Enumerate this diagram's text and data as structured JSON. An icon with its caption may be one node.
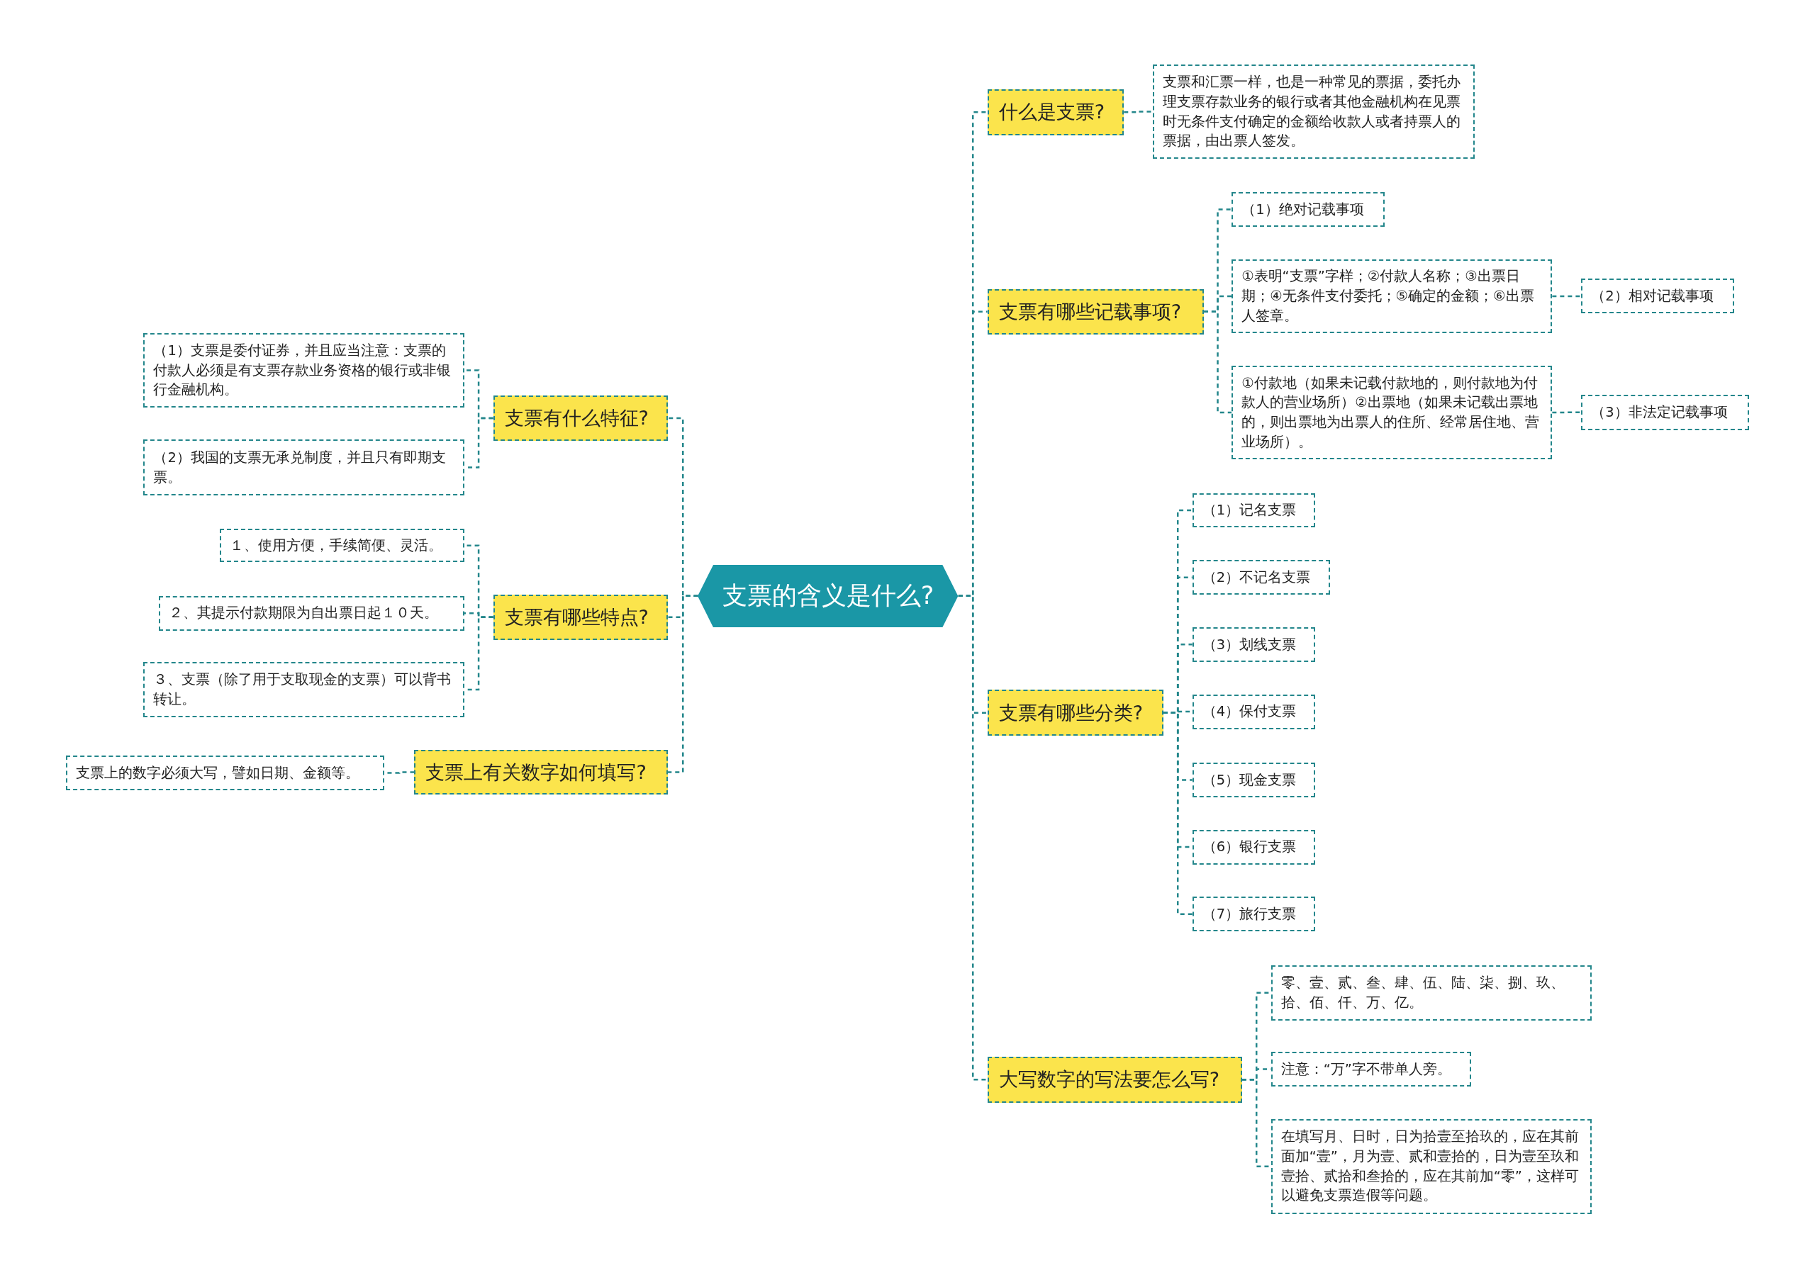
{
  "diagram": {
    "nodes": [
      {
        "text": [
          "支票的含义是什么?"
        ]
      },
      {
        "text": [
          "什么是支票?"
        ]
      },
      {
        "text": [
          "支票和汇票一样，也是一种常见的票据，委托办理支票存款业务的银行或者其他金融机构在见票时无条件支付确定的金额给收款人或者持票人的票据，由出票人签发。"
        ]
      },
      {
        "text": [
          "支票有哪些记载事项?"
        ]
      },
      {
        "text": [
          "（1）绝对记载事项"
        ]
      },
      {
        "text": [
          "①表明“支票”字样；②付款人名称；③出票日期；④无条件支付委托；⑤确定的金额；⑥出票人签章。"
        ]
      },
      {
        "text": [
          "（2）相对记载事项"
        ]
      },
      {
        "text": [
          "①付款地（如果未记载付款地的，则付款地为付款人的营业场所）②出票地（如果未记载出票地的，则出票地为出票人的住所、经常居住地、营业场所）。"
        ]
      },
      {
        "text": [
          "（3）非法定记载事项"
        ]
      },
      {
        "text": [
          "支票有哪些分类?"
        ]
      },
      {
        "text": [
          "（1）记名支票"
        ]
      },
      {
        "text": [
          "（2）不记名支票"
        ]
      },
      {
        "text": [
          "（3）划线支票"
        ]
      },
      {
        "text": [
          "（4）保付支票"
        ]
      },
      {
        "text": [
          "（5）现金支票"
        ]
      },
      {
        "text": [
          "（6）银行支票"
        ]
      },
      {
        "text": [
          "（7）旅行支票"
        ]
      },
      {
        "text": [
          "大写数字的写法要怎么写?"
        ]
      },
      {
        "text": [
          "零、壹、贰、叁、肆、伍、陆、柒、捌、玖、拾、佰、仟、万、亿。"
        ]
      },
      {
        "text": [
          "注意：“万”字不带单人旁。"
        ]
      },
      {
        "text": [
          "在填写月、日时，日为拾壹至拾玖的，应在其前面加“壹”，月为壹、贰和壹拾的，日为壹至玖和壹拾、贰拾和叁拾的，应在其前加“零”，这样可以避免支票造假等问题。"
        ]
      },
      {
        "text": [
          "支票有什么特征?"
        ]
      },
      {
        "text": [
          "（1）支票是委付证券，并且应当注意：支票的付款人必须是有支票存款业务资格的银行或非银行金融机构。"
        ]
      },
      {
        "text": [
          "（2）我国的支票无承兑制度，并且只有即期支票。"
        ]
      },
      {
        "text": [
          "支票有哪些特点?"
        ]
      },
      {
        "text": [
          "１、使用方便，手续简便、灵活。"
        ]
      },
      {
        "text": [
          "２、其提示付款期限为自出票日起１０天。"
        ]
      },
      {
        "text": [
          "３、支票（除了用于支取现金的支票）可以背书转让。"
        ]
      },
      {
        "text": [
          "支票上有关数字如何填写?"
        ]
      },
      {
        "text": [
          "支票上的数字必须大写，譬如日期、金额等。"
        ]
      }
    ],
    "edges": [
      {
        "from": 0,
        "to": 1,
        "arrow": "none"
      },
      {
        "from": 1,
        "to": 2,
        "arrow": "none"
      },
      {
        "from": 0,
        "to": 3,
        "arrow": "none"
      },
      {
        "from": 3,
        "to": 4,
        "arrow": "none"
      },
      {
        "from": 3,
        "to": 5,
        "arrow": "none"
      },
      {
        "from": 5,
        "to": 6,
        "arrow": "none"
      },
      {
        "from": 3,
        "to": 7,
        "arrow": "none"
      },
      {
        "from": 7,
        "to": 8,
        "arrow": "none"
      },
      {
        "from": 0,
        "to": 9,
        "arrow": "none"
      },
      {
        "from": 9,
        "to": 10,
        "arrow": "none"
      },
      {
        "from": 9,
        "to": 11,
        "arrow": "none"
      },
      {
        "from": 9,
        "to": 12,
        "arrow": "none"
      },
      {
        "from": 9,
        "to": 13,
        "arrow": "none"
      },
      {
        "from": 9,
        "to": 14,
        "arrow": "none"
      },
      {
        "from": 9,
        "to": 15,
        "arrow": "none"
      },
      {
        "from": 9,
        "to": 16,
        "arrow": "none"
      },
      {
        "from": 0,
        "to": 17,
        "arrow": "none"
      },
      {
        "from": 17,
        "to": 18,
        "arrow": "none"
      },
      {
        "from": 17,
        "to": 19,
        "arrow": "none"
      },
      {
        "from": 17,
        "to": 20,
        "arrow": "none"
      },
      {
        "from": 0,
        "to": 21,
        "arrow": "none"
      },
      {
        "from": 21,
        "to": 22,
        "arrow": "none"
      },
      {
        "from": 21,
        "to": 23,
        "arrow": "none"
      },
      {
        "from": 0,
        "to": 24,
        "arrow": "none"
      },
      {
        "from": 24,
        "to": 25,
        "arrow": "none"
      },
      {
        "from": 24,
        "to": 26,
        "arrow": "none"
      },
      {
        "from": 24,
        "to": 27,
        "arrow": "none"
      },
      {
        "from": 0,
        "to": 28,
        "arrow": "none"
      },
      {
        "from": 28,
        "to": 29,
        "arrow": "none"
      }
    ]
  }
}
